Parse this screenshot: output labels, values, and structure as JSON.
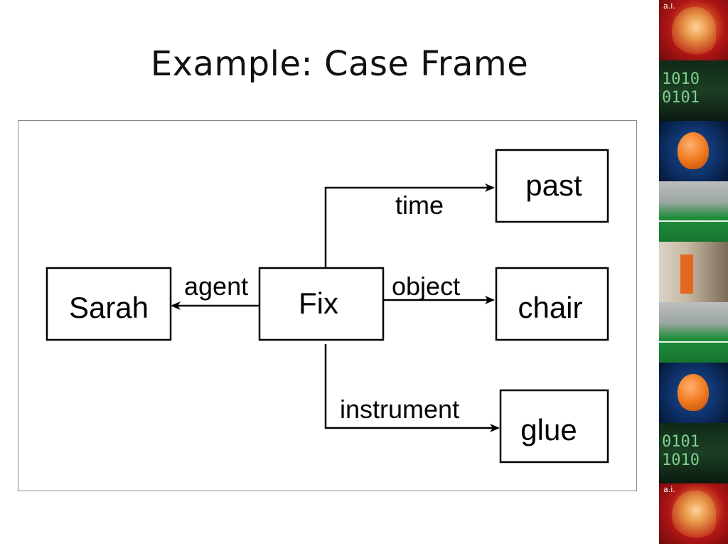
{
  "slide": {
    "title": "Example: Case Frame"
  },
  "diagram": {
    "nodes": {
      "sarah": "Sarah",
      "fix": "Fix",
      "past": "past",
      "chair": "chair",
      "glue": "glue"
    },
    "edges": {
      "agent": "agent",
      "time": "time",
      "object": "object",
      "instrument": "instrument"
    }
  },
  "image_strip": {
    "ai_label": "a.i.",
    "binary_top": "1010\n0101",
    "binary_bottom": "0101\n1010"
  },
  "colors": {
    "panel_border": "#8a8a8a",
    "line": "#000000"
  }
}
